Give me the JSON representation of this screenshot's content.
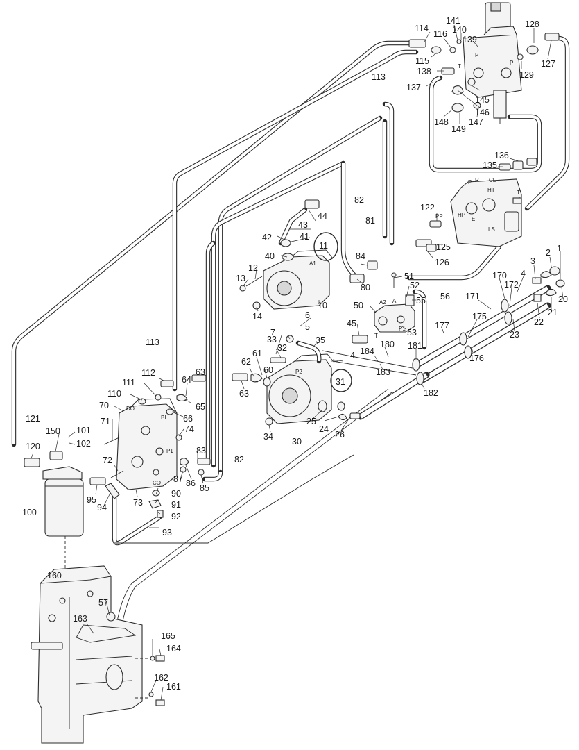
{
  "diagram": {
    "callouts": [
      {
        "id": "c1",
        "text": "1"
      },
      {
        "id": "c2",
        "text": "2"
      },
      {
        "id": "c3",
        "text": "3"
      },
      {
        "id": "c4",
        "text": "4"
      },
      {
        "id": "c4b",
        "text": "4"
      },
      {
        "id": "c5",
        "text": "5"
      },
      {
        "id": "c6",
        "text": "6"
      },
      {
        "id": "c7",
        "text": "7"
      },
      {
        "id": "c10",
        "text": "10"
      },
      {
        "id": "c11",
        "text": "11"
      },
      {
        "id": "c12",
        "text": "12"
      },
      {
        "id": "c13",
        "text": "13"
      },
      {
        "id": "c14",
        "text": "14"
      },
      {
        "id": "c20",
        "text": "20"
      },
      {
        "id": "c21",
        "text": "21"
      },
      {
        "id": "c22",
        "text": "22"
      },
      {
        "id": "c23",
        "text": "23"
      },
      {
        "id": "c24",
        "text": "24"
      },
      {
        "id": "c25",
        "text": "25"
      },
      {
        "id": "c26",
        "text": "26"
      },
      {
        "id": "c30",
        "text": "30"
      },
      {
        "id": "c31",
        "text": "31"
      },
      {
        "id": "c32",
        "text": "32"
      },
      {
        "id": "c33",
        "text": "33"
      },
      {
        "id": "c34",
        "text": "34"
      },
      {
        "id": "c35",
        "text": "35"
      },
      {
        "id": "c40",
        "text": "40"
      },
      {
        "id": "c41",
        "text": "41"
      },
      {
        "id": "c42",
        "text": "42"
      },
      {
        "id": "c43",
        "text": "43"
      },
      {
        "id": "c44",
        "text": "44"
      },
      {
        "id": "c45",
        "text": "45"
      },
      {
        "id": "c50",
        "text": "50"
      },
      {
        "id": "c51",
        "text": "51"
      },
      {
        "id": "c52",
        "text": "52"
      },
      {
        "id": "c53",
        "text": "53"
      },
      {
        "id": "c55",
        "text": "55"
      },
      {
        "id": "c56",
        "text": "56"
      },
      {
        "id": "c57",
        "text": "57"
      },
      {
        "id": "c60",
        "text": "60"
      },
      {
        "id": "c61",
        "text": "61"
      },
      {
        "id": "c62",
        "text": "62"
      },
      {
        "id": "c63a",
        "text": "63"
      },
      {
        "id": "c63b",
        "text": "63"
      },
      {
        "id": "c64",
        "text": "64"
      },
      {
        "id": "c65",
        "text": "65"
      },
      {
        "id": "c66",
        "text": "66"
      },
      {
        "id": "c70",
        "text": "70"
      },
      {
        "id": "c71",
        "text": "71"
      },
      {
        "id": "c72",
        "text": "72"
      },
      {
        "id": "c73",
        "text": "73"
      },
      {
        "id": "c74",
        "text": "74"
      },
      {
        "id": "c80",
        "text": "80"
      },
      {
        "id": "c81",
        "text": "81"
      },
      {
        "id": "c82a",
        "text": "82"
      },
      {
        "id": "c82b",
        "text": "82"
      },
      {
        "id": "c83",
        "text": "83"
      },
      {
        "id": "c84",
        "text": "84"
      },
      {
        "id": "c85",
        "text": "85"
      },
      {
        "id": "c86",
        "text": "86"
      },
      {
        "id": "c87",
        "text": "87"
      },
      {
        "id": "c90",
        "text": "90"
      },
      {
        "id": "c91",
        "text": "91"
      },
      {
        "id": "c92",
        "text": "92"
      },
      {
        "id": "c93",
        "text": "93"
      },
      {
        "id": "c94",
        "text": "94"
      },
      {
        "id": "c95",
        "text": "95"
      },
      {
        "id": "c100",
        "text": "100"
      },
      {
        "id": "c101",
        "text": "101"
      },
      {
        "id": "c102",
        "text": "102"
      },
      {
        "id": "c110",
        "text": "110"
      },
      {
        "id": "c111",
        "text": "111"
      },
      {
        "id": "c112",
        "text": "112"
      },
      {
        "id": "c113a",
        "text": "113"
      },
      {
        "id": "c113b",
        "text": "113"
      },
      {
        "id": "c114",
        "text": "114"
      },
      {
        "id": "c115",
        "text": "115"
      },
      {
        "id": "c116",
        "text": "116"
      },
      {
        "id": "c120",
        "text": "120"
      },
      {
        "id": "c121",
        "text": "121"
      },
      {
        "id": "c122",
        "text": "122"
      },
      {
        "id": "c125",
        "text": "125"
      },
      {
        "id": "c126",
        "text": "126"
      },
      {
        "id": "c127",
        "text": "127"
      },
      {
        "id": "c128",
        "text": "128"
      },
      {
        "id": "c129",
        "text": "129"
      },
      {
        "id": "c135",
        "text": "135"
      },
      {
        "id": "c136",
        "text": "136"
      },
      {
        "id": "c137",
        "text": "137"
      },
      {
        "id": "c138",
        "text": "138"
      },
      {
        "id": "c139",
        "text": "139"
      },
      {
        "id": "c140",
        "text": "140"
      },
      {
        "id": "c141",
        "text": "141"
      },
      {
        "id": "c145",
        "text": "145"
      },
      {
        "id": "c146",
        "text": "146"
      },
      {
        "id": "c147",
        "text": "147"
      },
      {
        "id": "c148",
        "text": "148"
      },
      {
        "id": "c149",
        "text": "149"
      },
      {
        "id": "c150",
        "text": "150"
      },
      {
        "id": "c160",
        "text": "160"
      },
      {
        "id": "c161",
        "text": "161"
      },
      {
        "id": "c162",
        "text": "162"
      },
      {
        "id": "c163",
        "text": "163"
      },
      {
        "id": "c164",
        "text": "164"
      },
      {
        "id": "c165",
        "text": "165"
      },
      {
        "id": "c170",
        "text": "170"
      },
      {
        "id": "c171",
        "text": "171"
      },
      {
        "id": "c172",
        "text": "172"
      },
      {
        "id": "c175",
        "text": "175"
      },
      {
        "id": "c176",
        "text": "176"
      },
      {
        "id": "c177",
        "text": "177"
      },
      {
        "id": "c180",
        "text": "180"
      },
      {
        "id": "c181",
        "text": "181"
      },
      {
        "id": "c182",
        "text": "182"
      },
      {
        "id": "c183",
        "text": "183"
      },
      {
        "id": "c184",
        "text": "184"
      }
    ],
    "port_labels": [
      {
        "id": "p_valve_P",
        "text": "P"
      },
      {
        "id": "p_valve_T",
        "text": "T"
      },
      {
        "id": "p_valve_P2",
        "text": "P"
      },
      {
        "id": "p_pri_P",
        "text": "P"
      },
      {
        "id": "p_pri_R",
        "text": "R"
      },
      {
        "id": "p_pri_CL",
        "text": "CL"
      },
      {
        "id": "p_pri_HT",
        "text": "HT"
      },
      {
        "id": "p_pri_T",
        "text": "T"
      },
      {
        "id": "p_pri_L",
        "text": "L"
      },
      {
        "id": "p_pri_PP",
        "text": "PP"
      },
      {
        "id": "p_pri_HP",
        "text": "HP"
      },
      {
        "id": "p_pri_EF",
        "text": "EF"
      },
      {
        "id": "p_pri_LS",
        "text": "LS"
      },
      {
        "id": "p_pump1_A1",
        "text": "A1"
      },
      {
        "id": "p_pump2_A2",
        "text": "A2"
      },
      {
        "id": "p_small_A",
        "text": "A"
      },
      {
        "id": "p_small_T",
        "text": "T"
      },
      {
        "id": "p_small_P1",
        "text": "P1"
      },
      {
        "id": "p_small_P2",
        "text": "P2"
      },
      {
        "id": "p_man_DO",
        "text": "DO"
      },
      {
        "id": "p_man_BI",
        "text": "BI"
      },
      {
        "id": "p_man_P1",
        "text": "P1"
      },
      {
        "id": "p_man_CO",
        "text": "CO"
      }
    ]
  }
}
